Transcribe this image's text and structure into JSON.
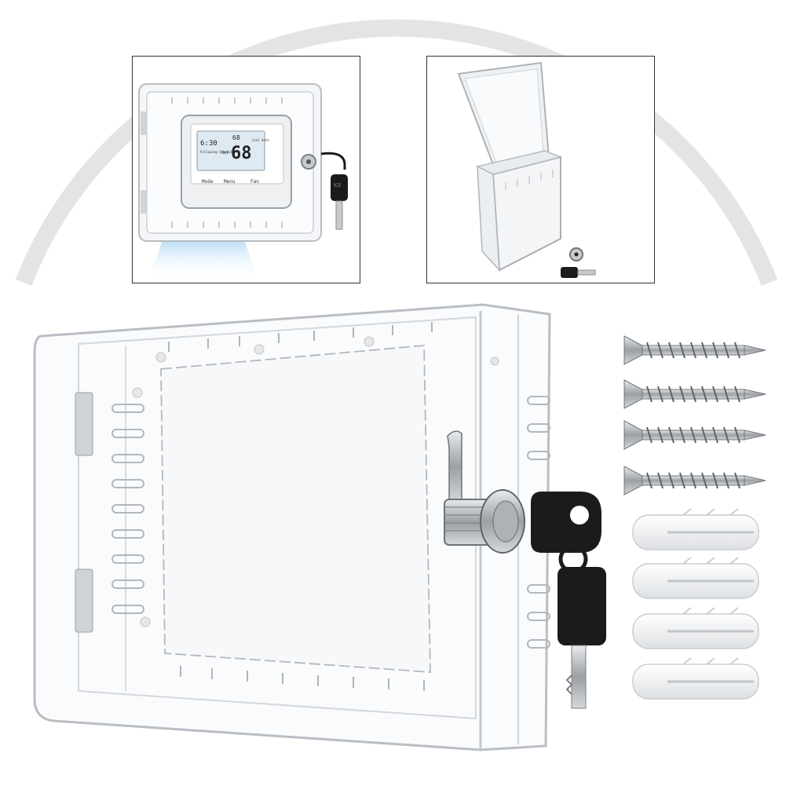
{
  "product": {
    "display": {
      "time": "6:30",
      "temp_big": "68",
      "temp_small": "68",
      "status_left": "Following Schedule",
      "status_right": "Cool Auto",
      "set_label": "Set",
      "buttons": [
        "Mode",
        "Menu",
        "Fan"
      ]
    },
    "key_stamp": "KS",
    "accessories": {
      "screw_count": 4,
      "anchor_count": 4
    },
    "colors": {
      "frame": "#333333",
      "acrylic_edge": "#b9bec4",
      "key": "#1b1b1b",
      "metal": "#c7cacd",
      "lcd": "#dfe9f2"
    }
  }
}
